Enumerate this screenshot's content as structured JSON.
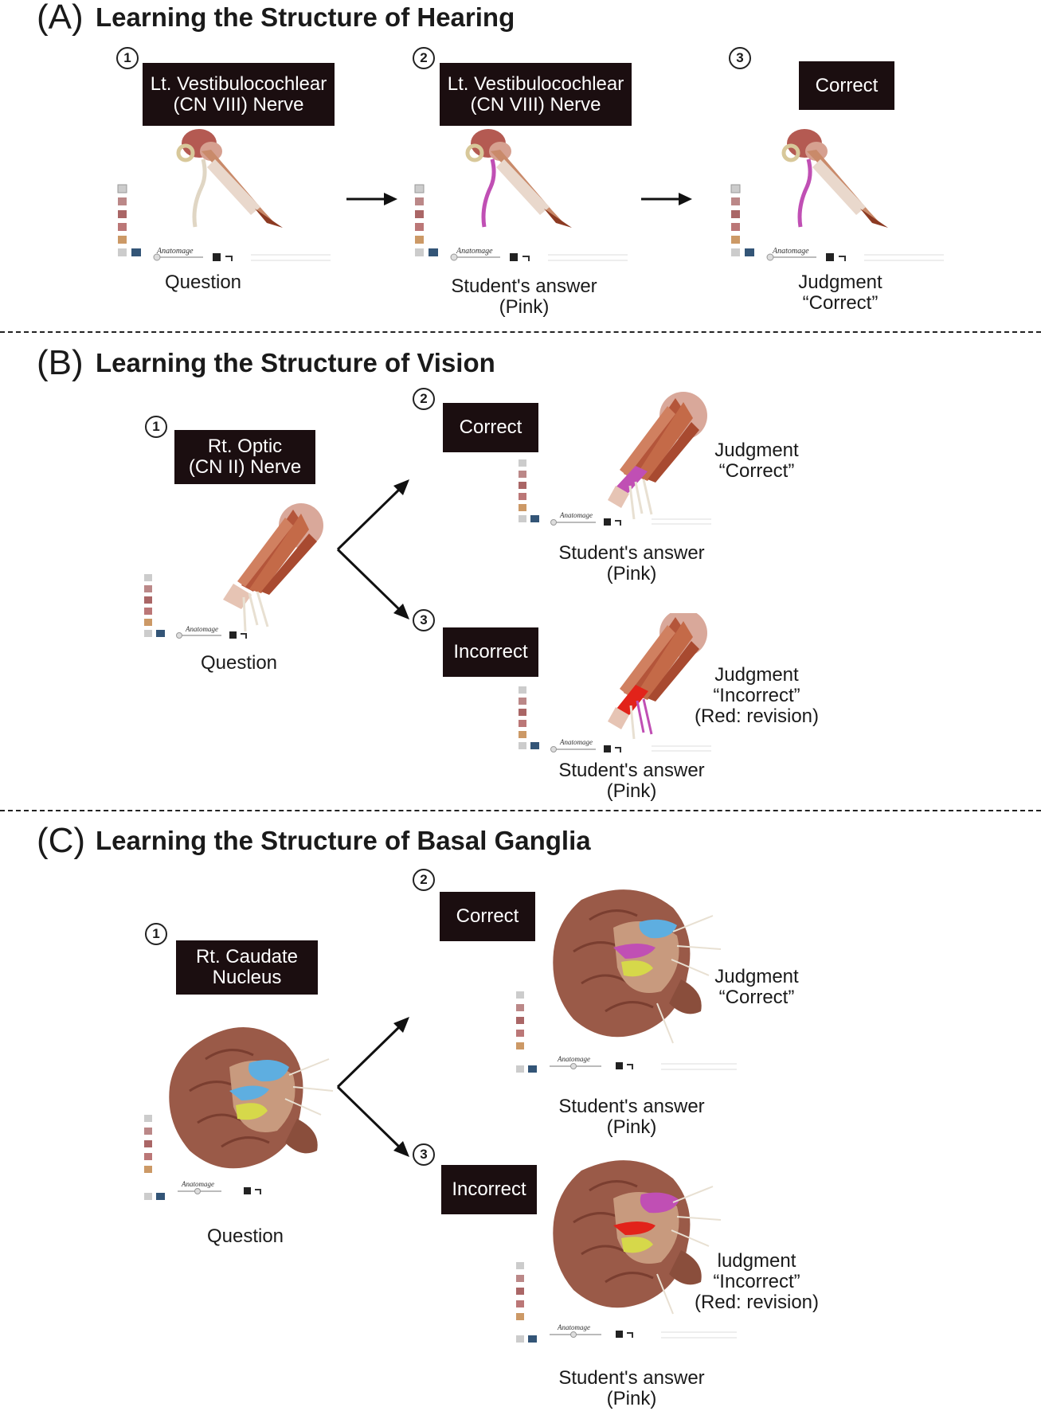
{
  "sections": [
    {
      "letter": "(A)",
      "title": "Learning the Structure of Hearing",
      "panels": [
        {
          "number": "1",
          "label_lines": [
            "Lt. Vestibulocochlear",
            "(CN VIII) Nerve"
          ],
          "caption_lines": [
            "Question"
          ]
        },
        {
          "number": "2",
          "label_lines": [
            "Lt. Vestibulocochlear",
            "(CN VIII) Nerve"
          ],
          "caption_lines": [
            "Student's answer",
            "(Pink)"
          ]
        },
        {
          "number": "3",
          "label_lines": [
            "Correct"
          ],
          "caption_lines": [
            "Judgment",
            "“Correct”"
          ]
        }
      ]
    },
    {
      "letter": "(B)",
      "title": "Learning the Structure of Vision",
      "panels": [
        {
          "number": "1",
          "label_lines": [
            "Rt. Optic",
            "(CN II) Nerve"
          ],
          "caption_lines": [
            "Question"
          ]
        },
        {
          "number": "2",
          "label_lines": [
            "Correct"
          ],
          "caption_lines": [
            "Student's answer",
            "(Pink)"
          ],
          "judgment_lines": [
            "Judgment",
            "“Correct”"
          ]
        },
        {
          "number": "3",
          "label_lines": [
            "Incorrect"
          ],
          "caption_lines": [
            "Student's answer",
            "(Pink)"
          ],
          "judgment_lines": [
            "Judgment",
            "“Incorrect”",
            "(Red: revision)"
          ]
        }
      ]
    },
    {
      "letter": "(C)",
      "title": "Learning the Structure of Basal Ganglia",
      "panels": [
        {
          "number": "1",
          "label_lines": [
            "Rt. Caudate",
            "Nucleus"
          ],
          "caption_lines": [
            "Question"
          ]
        },
        {
          "number": "2",
          "label_lines": [
            "Correct"
          ],
          "caption_lines": [
            "Student's answer",
            "(Pink)"
          ],
          "judgment_lines": [
            "Judgment",
            "“Correct”"
          ]
        },
        {
          "number": "3",
          "label_lines": [
            "Incorrect"
          ],
          "caption_lines": [
            "Student's answer",
            "(Pink)"
          ],
          "judgment_lines": [
            "ludgment",
            "“Incorrect”",
            "(Red: revision)"
          ]
        }
      ]
    }
  ],
  "app_logo_text": "Anatomage",
  "colors": {
    "label_box": "#1b0e10",
    "answer_pink": "#c04fb4",
    "revision_red": "#e2231a",
    "highlight_blue": "#5eaee0",
    "highlight_yellow": "#d6d84a",
    "muscle": "#b4553a",
    "brain": "#9a5a48"
  },
  "icons": [
    "toolbar-icon",
    "arrow-right-icon",
    "branch-arrow-icon"
  ]
}
